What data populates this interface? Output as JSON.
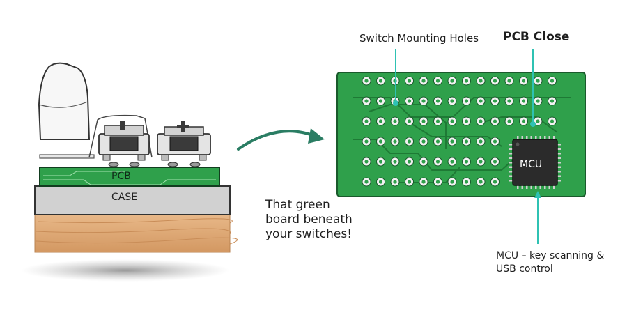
{
  "diagram": {
    "labels": {
      "mounting_holes": "Switch Mounting Holes",
      "pcb_close": "PCB Close",
      "pcb": "PCB",
      "case": "CASE",
      "mcu": "MCU",
      "caption": "That green board beneath your switches!",
      "mcu_note": "MCU – key scanning & USB control"
    },
    "colors": {
      "pcb_green": "#2fa04b",
      "pcb_dark": "#1e7a35",
      "case_gray": "#cfcfcf",
      "wood": "#d9a06d",
      "arrow": "#2a7d63",
      "callout": "#2fc2b3",
      "chip": "#2b2b2b"
    },
    "hole_grid": {
      "rows": 6,
      "cols": 14
    }
  }
}
